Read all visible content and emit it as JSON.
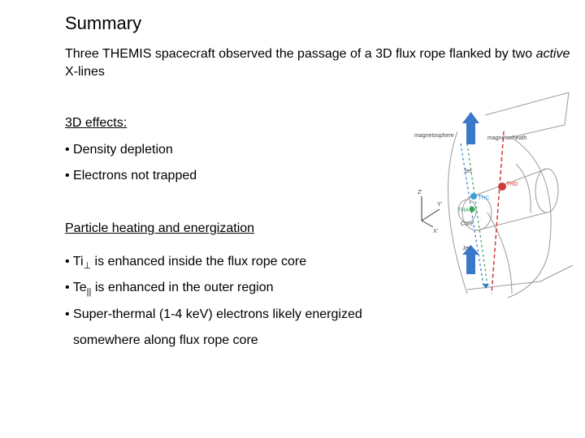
{
  "title": "Summary",
  "intro": {
    "part1": "Three THEMIS spacecraft observed the passage of a 3D flux rope flanked by two ",
    "italic": "active",
    "part2": " X-lines"
  },
  "section1": {
    "heading": "3D effects:",
    "bullets": [
      "• Density depletion",
      "• Electrons not trapped"
    ]
  },
  "section2": {
    "heading": "Particle heating and energization",
    "b1": {
      "pre": "• Ti",
      "sub": "⊥",
      "post": " is enhanced inside the flux rope core"
    },
    "b2": {
      "pre": "• Te",
      "sub": "||",
      "post": " is enhanced in the outer region"
    },
    "b3": "• Super-thermal (1-4 keV) electrons likely energized",
    "b3_cont": "somewhere along  flux rope core"
  },
  "figure": {
    "labels": {
      "magnetosphere": "magnetosphere",
      "magnetosheath": "magnetosheath",
      "jet_top": "Jet",
      "jet_bottom": "Jet",
      "thd": "THD",
      "thc": "THC",
      "tha": "THA",
      "core": "Core",
      "axis_z": "Z'",
      "axis_y": "Y'",
      "axis_x": "X'"
    },
    "colors": {
      "arrow": "#3a78c9",
      "red_line": "#d23a3a",
      "green_line": "#3aa55a",
      "blue_line": "#3a78c9",
      "frame": "#9a9a9a"
    }
  }
}
